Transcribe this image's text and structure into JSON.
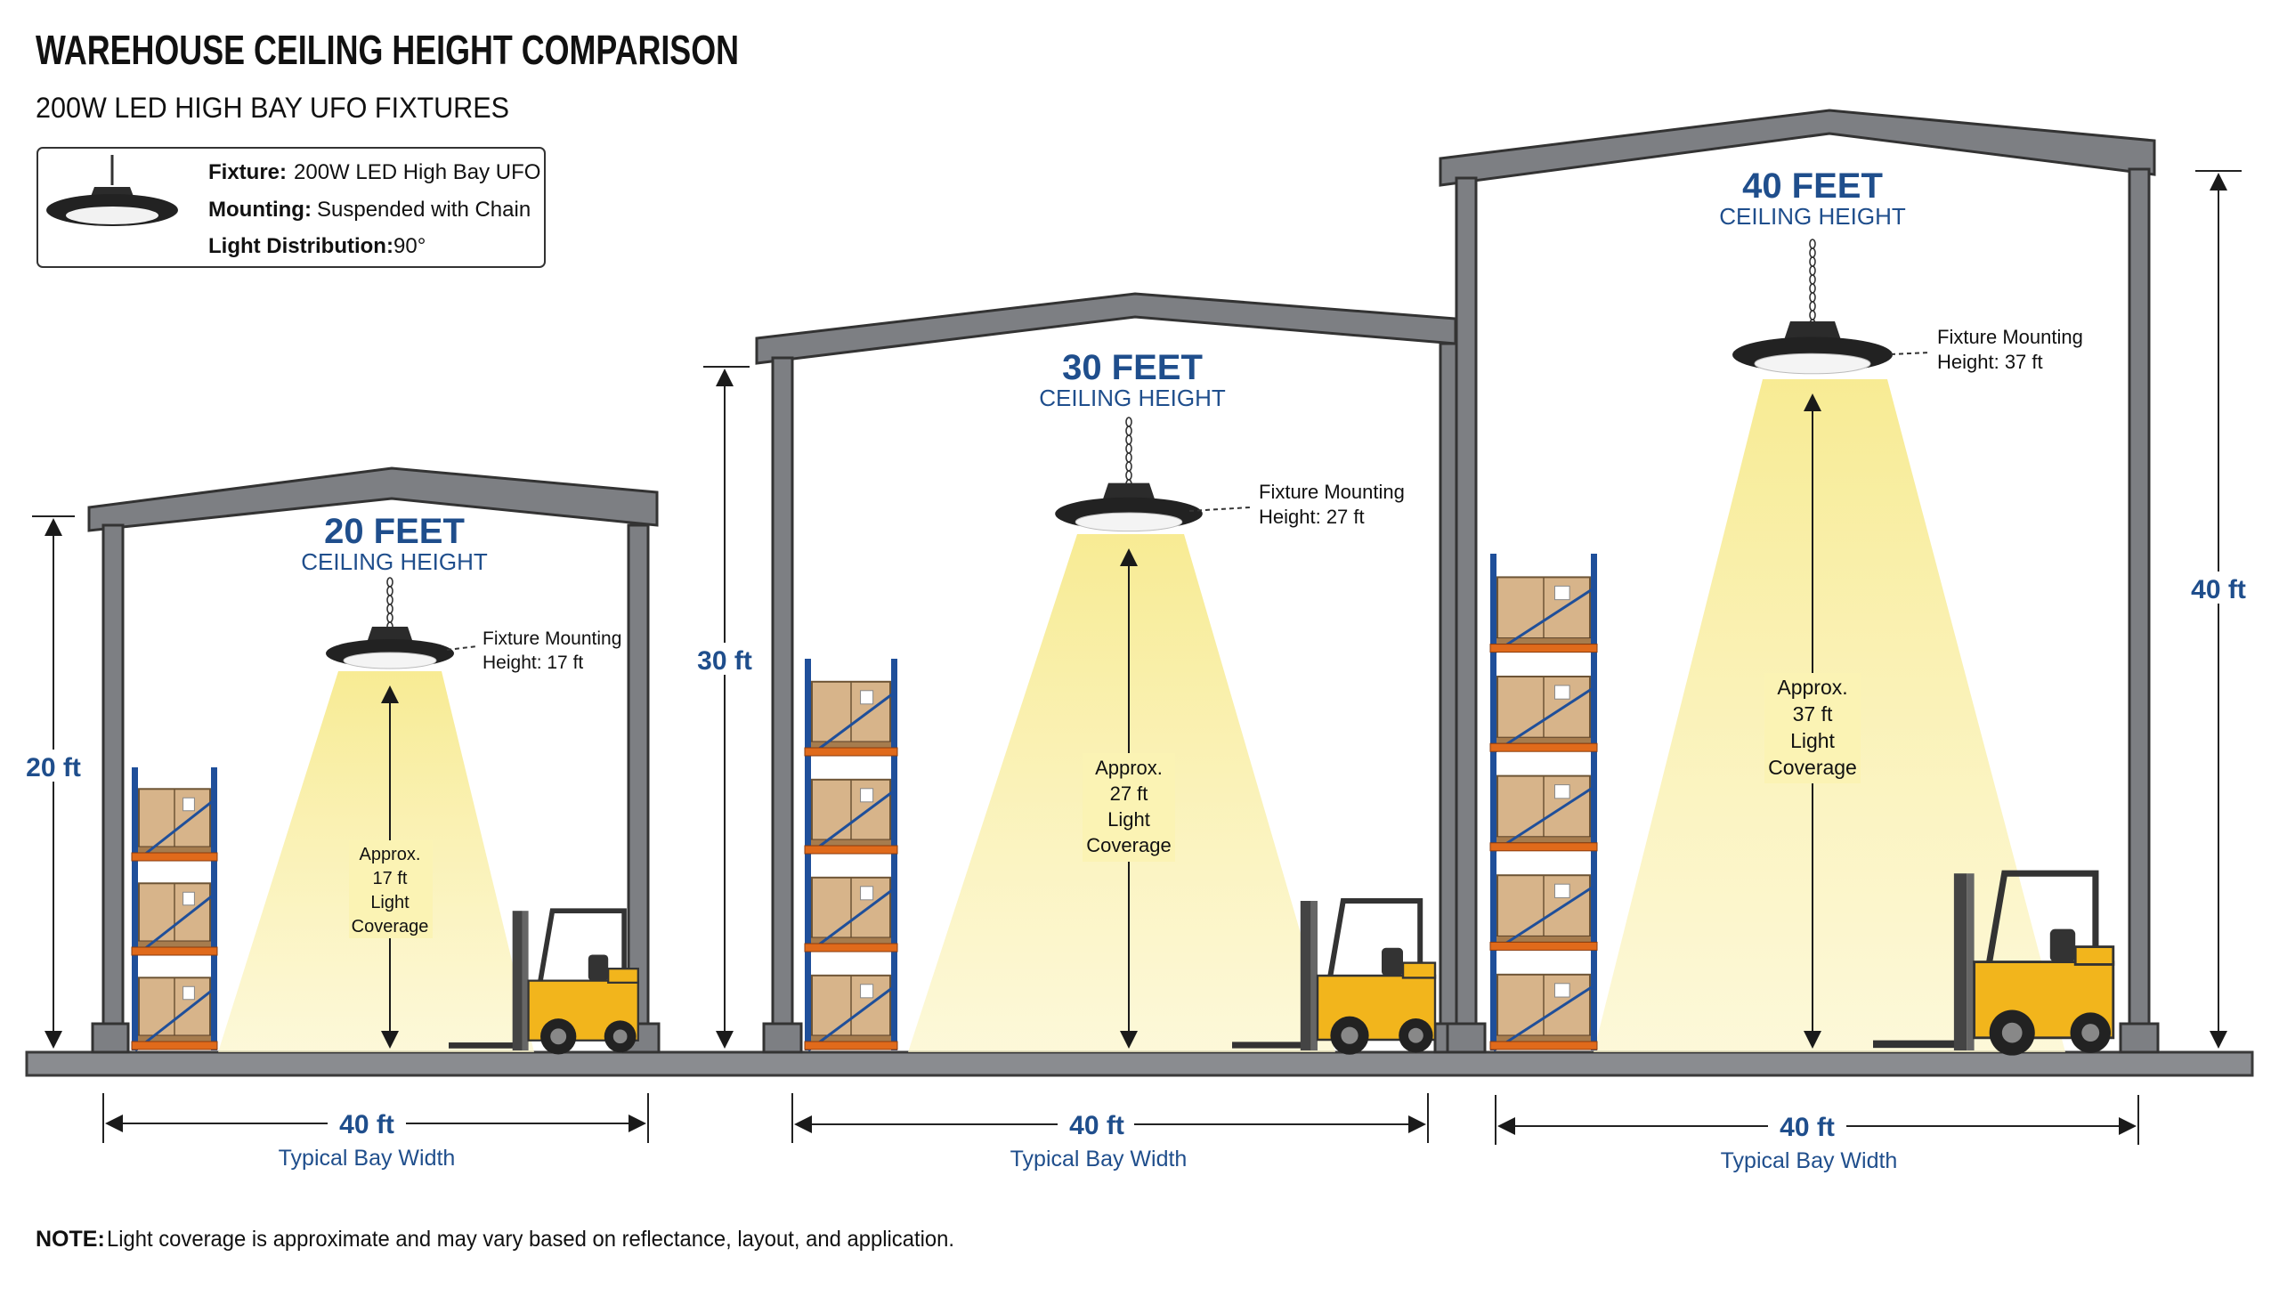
{
  "header": {
    "title": "WAREHOUSE CEILING HEIGHT COMPARISON",
    "subtitle": "200W LED HIGH BAY UFO FIXTURES"
  },
  "legend": {
    "fixture_label": "Fixture:",
    "fixture_value": "200W LED High Bay UFO",
    "mounting_label": "Mounting:",
    "mounting_value": "Suspended with Chain",
    "distribution_label": "Light Distribution:",
    "distribution_value": "90°"
  },
  "bays": [
    {
      "height_big": "20 FEET",
      "height_sub": "CEILING HEIGHT",
      "side_label": "20 ft",
      "mount_line1": "Fixture Mounting",
      "mount_line2": "Height: 17 ft",
      "cov_line1": "Approx.",
      "cov_line2": "17 ft",
      "cov_line3": "Light",
      "cov_line4": "Coverage",
      "width_label": "40 ft",
      "width_caption": "Typical Bay Width"
    },
    {
      "height_big": "30 FEET",
      "height_sub": "CEILING HEIGHT",
      "side_label": "30 ft",
      "mount_line1": "Fixture Mounting",
      "mount_line2": "Height: 27 ft",
      "cov_line1": "Approx.",
      "cov_line2": "27 ft",
      "cov_line3": "Light",
      "cov_line4": "Coverage",
      "width_label": "40 ft",
      "width_caption": "Typical Bay Width"
    },
    {
      "height_big": "40 FEET",
      "height_sub": "CEILING HEIGHT",
      "side_label": "40 ft",
      "mount_line1": "Fixture Mounting",
      "mount_line2": "Height: 37 ft",
      "cov_line1": "Approx.",
      "cov_line2": "37 ft",
      "cov_line3": "Light",
      "cov_line4": "Coverage",
      "width_label": "40 ft",
      "width_caption": "Typical Bay Width"
    }
  ],
  "note": {
    "label": "NOTE:",
    "text": "Light coverage is approximate and may vary based on reflectance, layout, and application."
  },
  "colors": {
    "accent_blue": "#1f4e8c",
    "structure_gray": "#7d7f83",
    "rack_blue": "#1f4f9a",
    "rack_orange": "#e06a1b",
    "forklift_yellow": "#f2b51c",
    "light_beam": "#fbf3b4"
  }
}
